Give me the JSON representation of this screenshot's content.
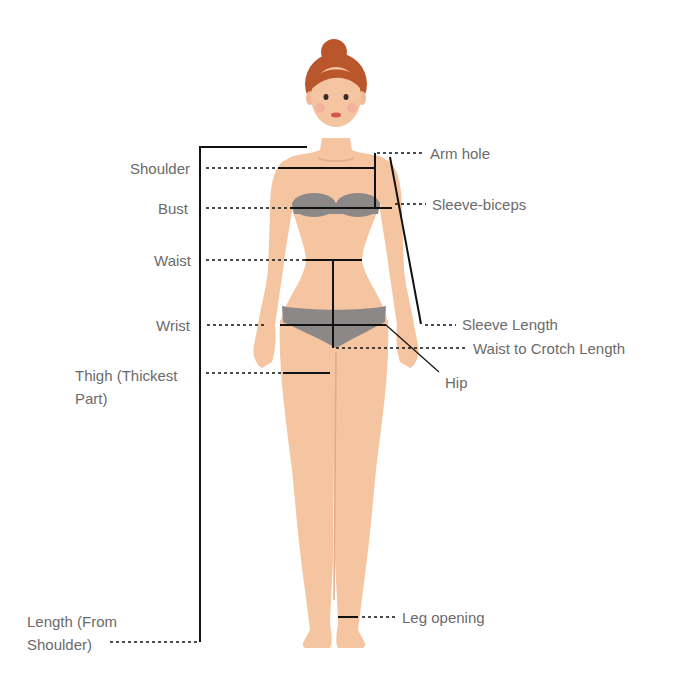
{
  "diagram": {
    "labels": [
      "Shoulder",
      "Bust",
      "Waist",
      "Wrist",
      "Thigh (Thickest Part)",
      "Length (From Shoulder)",
      "Arm hole",
      "Sleeve-biceps",
      "Sleeve Length",
      "Waist to Crotch Length",
      "Hip",
      "Leg opening"
    ]
  }
}
